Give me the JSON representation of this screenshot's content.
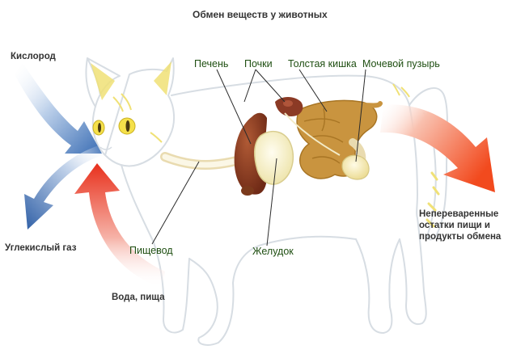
{
  "diagram": {
    "title": "Обмен веществ у животных",
    "labels": {
      "oxygen": "Кислород",
      "co2": "Углекислый газ",
      "food_water": "Вода, пища",
      "waste": "Непереваренные остатки пищи и продукты обмена",
      "liver": "Печень",
      "kidneys": "Почки",
      "large_intestine": "Толстая кишка",
      "bladder": "Мочевой пузырь",
      "esophagus": "Пищевод",
      "stomach": "Желудок"
    },
    "colors": {
      "oxygen_arrow": "#3a6db4",
      "co2_arrow": "#2f5fa6",
      "food_arrow": "#e8301c",
      "waste_arrow": "#f24a1e",
      "cat_outline": "#d7dde3",
      "cat_accent": "#f0e176",
      "liver": "#8a3b22",
      "intestine": "#c9943f",
      "stomach": "#f2ecbe",
      "organ_label": "#1f4f12",
      "leader_line": "#2b2b2b"
    },
    "icons": [
      "cat-silhouette",
      "arrow-icon"
    ]
  }
}
